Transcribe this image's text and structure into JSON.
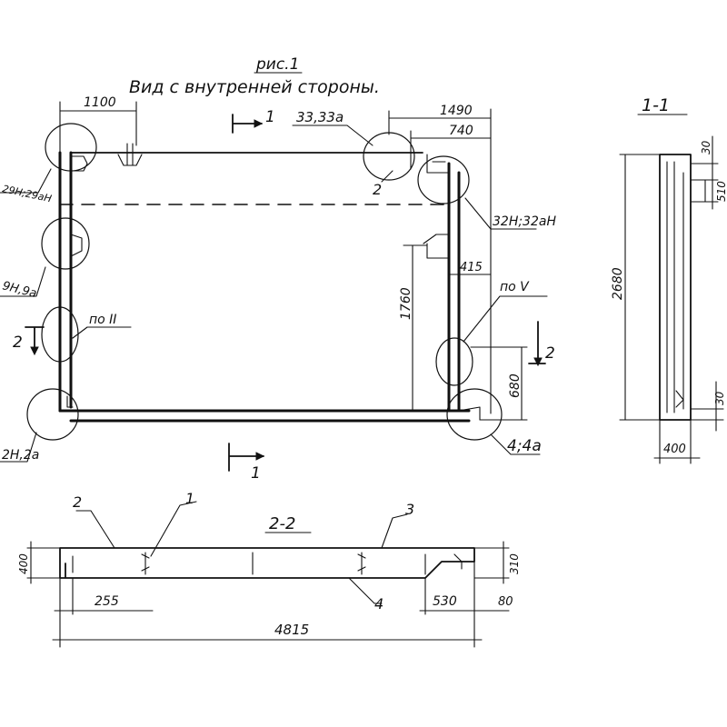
{
  "figure": {
    "title": "рис.1",
    "subtitle": "Вид с внутренней стороны."
  },
  "main_view": {
    "dims": {
      "d1100": "1100",
      "d1490": "1490",
      "d740": "740",
      "d415": "415",
      "d1760": "1760",
      "d680": "680"
    },
    "callouts": {
      "c33": "33,33а",
      "c2top": "2",
      "c32": "32Н;32аН",
      "c29": "29Н;29аН",
      "c9": "9Н,9а",
      "c2h": "2Н,2а",
      "c4": "4;4а",
      "po2": "по II",
      "po5": "по V"
    },
    "section_marks": {
      "s1top": "1",
      "s1bot": "1",
      "s2left": "2",
      "s2right": "2"
    }
  },
  "section_1_1": {
    "title": "1-1",
    "dims": {
      "d30top": "30",
      "d510": "510",
      "d2680": "2680",
      "d30bot": "30",
      "d400": "400"
    }
  },
  "section_2_2": {
    "title": "2-2",
    "leaders": {
      "l2": "2",
      "l1": "1",
      "l3": "3",
      "l4": "4"
    },
    "dims": {
      "d400": "400",
      "d310": "310",
      "d255": "255",
      "d530": "530",
      "d80": "80",
      "d4815": "4815"
    }
  }
}
